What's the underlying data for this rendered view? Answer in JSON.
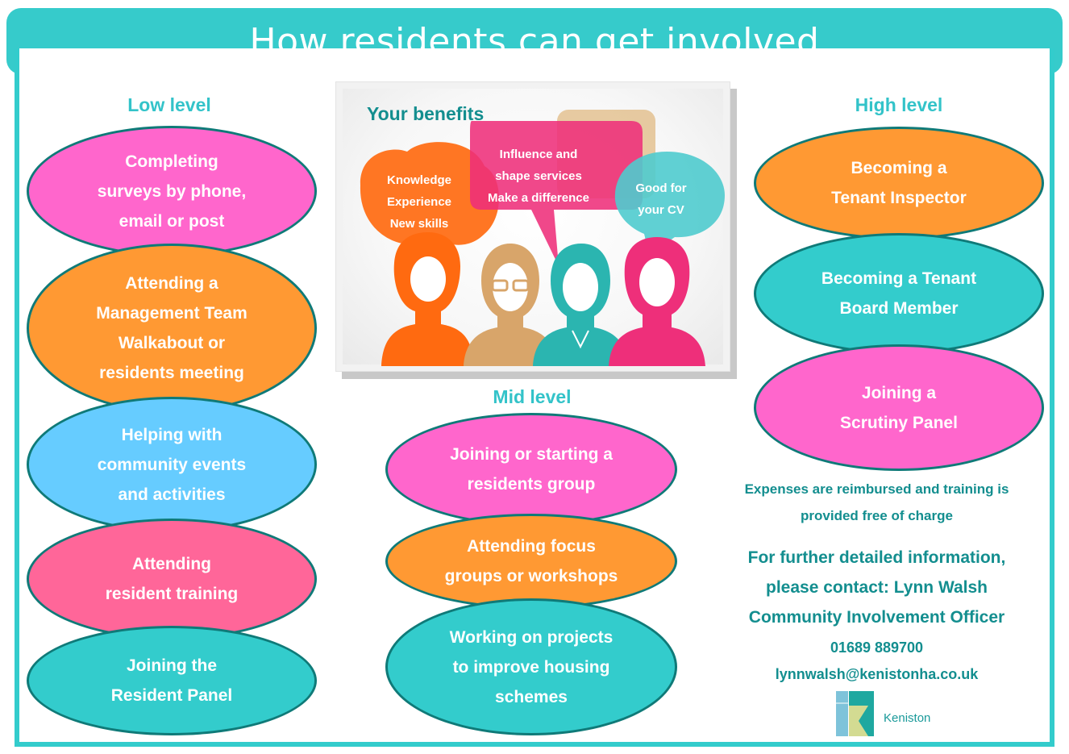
{
  "header": {
    "title": "How residents can get involved"
  },
  "colors": {
    "title_bar": "#36cbcb",
    "frame_border": "#33cccc",
    "heading_text": "#33c3c9",
    "info_text": "#138e8f",
    "oval_border": "#0f7a78",
    "pink": "#ff66cc",
    "orange": "#ff9933",
    "sky_blue": "#66ccff",
    "rose": "#ff6699",
    "teal": "#33cccc"
  },
  "low_level": {
    "heading": "Low level",
    "items": [
      {
        "label": "Completing\nsurveys by phone,\nemail or post",
        "color": "pink"
      },
      {
        "label": "Attending a\nManagement Team\nWalkabout or\nresidents meeting",
        "color": "orange"
      },
      {
        "label": "Helping with\ncommunity events\nand activities",
        "color": "sky_blue"
      },
      {
        "label": "Attending\nresident training",
        "color": "rose"
      },
      {
        "label": "Joining the\nResident Panel",
        "color": "teal"
      }
    ]
  },
  "benefits": {
    "title": "Your benefits",
    "bubbles": [
      {
        "text": "Knowledge\nExperience\nNew skills",
        "color": "#ff6a10"
      },
      {
        "text": "Influence and\nshape services\nMake a difference",
        "color": "#ee2f7a"
      },
      {
        "text": "Good for\nyour CV",
        "color": "#5ccfd0"
      }
    ],
    "people": [
      {
        "icon": "woman-orange",
        "color": "#ff6a10"
      },
      {
        "icon": "man-glasses-tan",
        "color": "#d8a56a"
      },
      {
        "icon": "man-teal",
        "color": "#2bb5b0"
      },
      {
        "icon": "woman-pink",
        "color": "#ee2f7a"
      }
    ]
  },
  "mid_level": {
    "heading": "Mid level",
    "items": [
      {
        "label": "Joining or starting a\nresidents group",
        "color": "pink"
      },
      {
        "label": "Attending focus\ngroups or workshops",
        "color": "orange"
      },
      {
        "label": "Working on projects\nto improve housing\nschemes",
        "color": "teal"
      }
    ]
  },
  "high_level": {
    "heading": "High level",
    "items": [
      {
        "label": "Becoming a\nTenant Inspector",
        "color": "orange"
      },
      {
        "label": "Becoming a Tenant\nBoard Member",
        "color": "teal"
      },
      {
        "label": "Joining a\nScrutiny Panel",
        "color": "pink"
      }
    ]
  },
  "info": {
    "expenses_line1": "Expenses are reimbursed and training is",
    "expenses_line2": "provided free of charge",
    "contact_line1": "For further detailed information,",
    "contact_line2": "please contact: Lynn Walsh",
    "contact_line3": "Community Involvement Officer",
    "phone": "01689 889700",
    "email": "lynnwalsh@kenistonha.co.uk"
  },
  "logo": {
    "name": "Keniston"
  }
}
